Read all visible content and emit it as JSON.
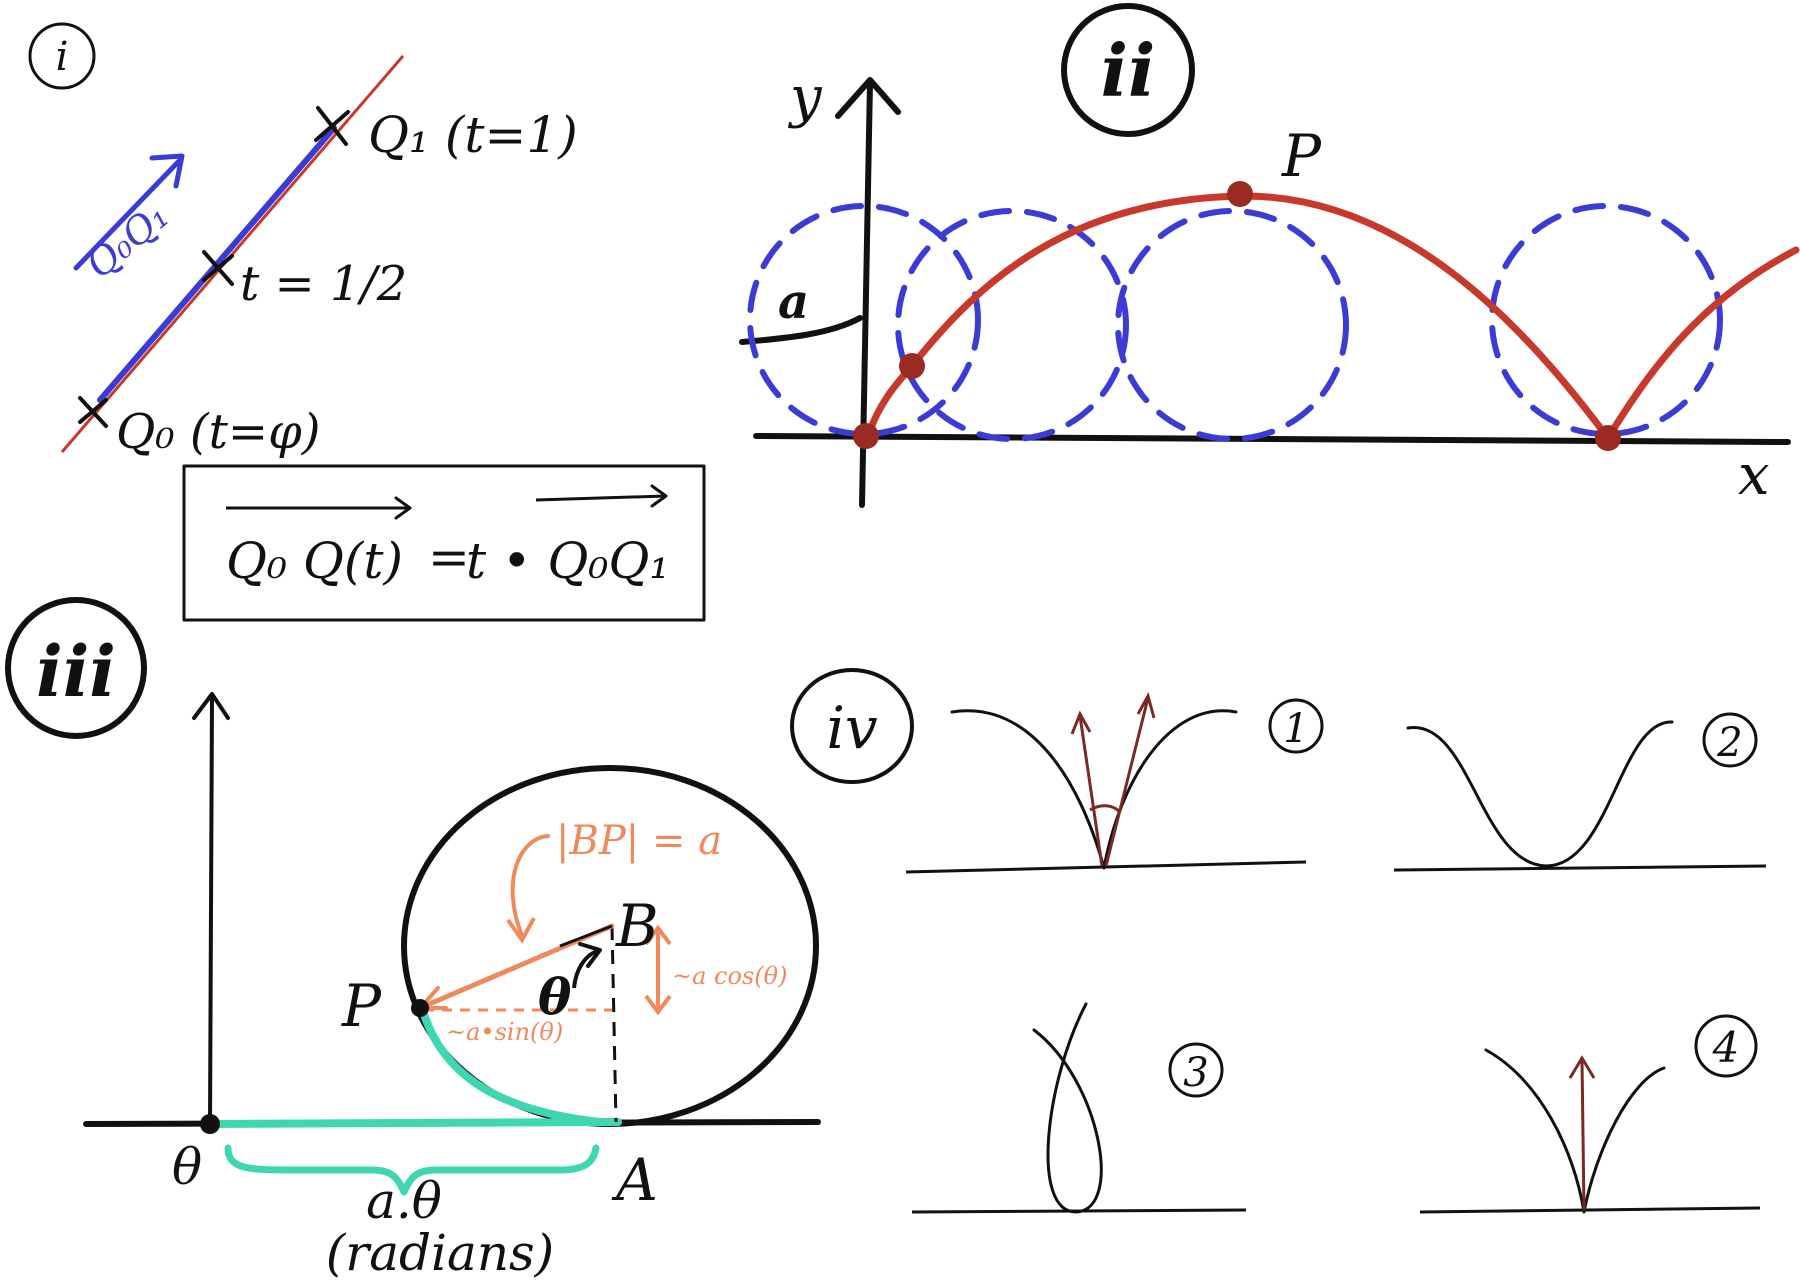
{
  "colors": {
    "ink": "#111111",
    "blue": "#3b3bd6",
    "red": "#c8382b",
    "darkred": "#9b2b22",
    "orange": "#f08a5d",
    "teal": "#3fd6b2",
    "brown": "#7a2a22"
  },
  "panel_i": {
    "badge": "i",
    "q1_label": "Q₁ (t=1)",
    "mid_label": "t = 1/2",
    "q0_label": "Q₀ (t=φ)",
    "vector_label": "Q₀Q₁",
    "formula_left": "Q₀ Q(t)",
    "formula_eq": "=",
    "formula_right": "t • Q₀Q₁"
  },
  "panel_ii": {
    "badge": "ii",
    "y_label": "y",
    "x_label": "x",
    "a_label": "a",
    "p_label": "P"
  },
  "panel_iii": {
    "badge": "iii",
    "bp_label": "|BP| = a",
    "b_label": "B",
    "p_label": "P",
    "theta_label": "θ",
    "acos_label": "~a cos(θ)",
    "asin_label": "~a•sin(θ)",
    "origin_label": "θ",
    "a_point_label": "A",
    "arc_label": "a.θ",
    "radians_label": "(radians)"
  },
  "panel_iv": {
    "badge": "iv",
    "case1": "1",
    "case2": "2",
    "case3": "3",
    "case4": "4"
  }
}
